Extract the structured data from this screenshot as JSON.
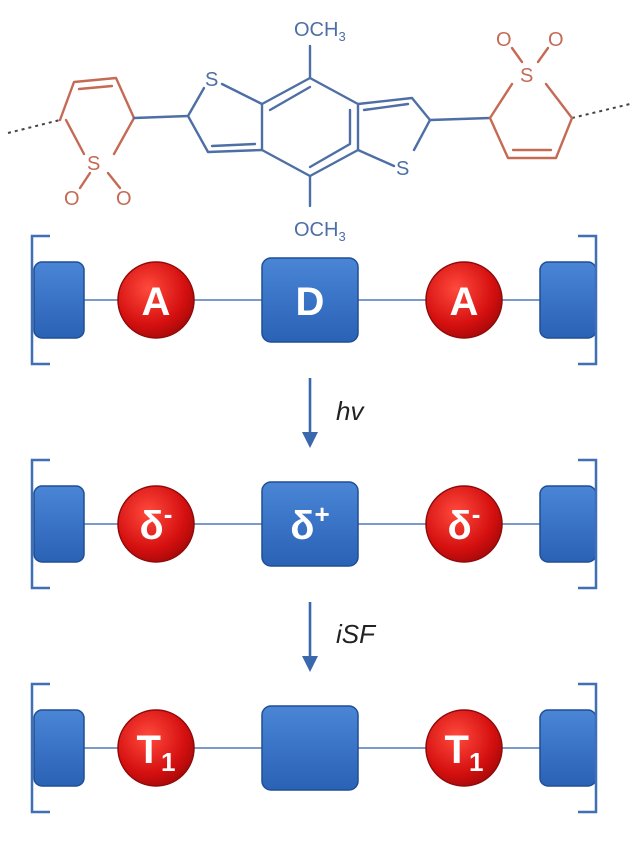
{
  "colors": {
    "donor_fill": "#2f6ec2",
    "donor_stroke": "#1f4f95",
    "acceptor_fill": "#d40f0f",
    "acceptor_stroke": "#8e0a0a",
    "molecule_donor": "#4e6fa5",
    "molecule_acceptor": "#c56a54",
    "connector": "#7b9cc9",
    "arrow": "#3a68ad",
    "bracket": "#3f6fb4"
  },
  "molecule": {
    "icons": {
      "donor": "benzodithiophene-icon",
      "acceptor": "thiophene-dioxide-icon"
    },
    "methoxy_top": "OCH3",
    "methoxy_bottom": "OCH3",
    "s_left_thiophene": "S",
    "s_right_thiophene": "S",
    "s_left_sulfone": "S",
    "s_right_sulfone": "S",
    "o": "O"
  },
  "rows": [
    {
      "labels": {
        "left": "A",
        "center": "D",
        "right": "A"
      }
    },
    {
      "labels": {
        "left": "δ-",
        "center": "δ+",
        "right": "δ-"
      }
    },
    {
      "labels": {
        "left": "T1",
        "center": "",
        "right": "T1"
      }
    }
  ],
  "steps": [
    {
      "label": "hv"
    },
    {
      "label": "iSF"
    }
  ]
}
